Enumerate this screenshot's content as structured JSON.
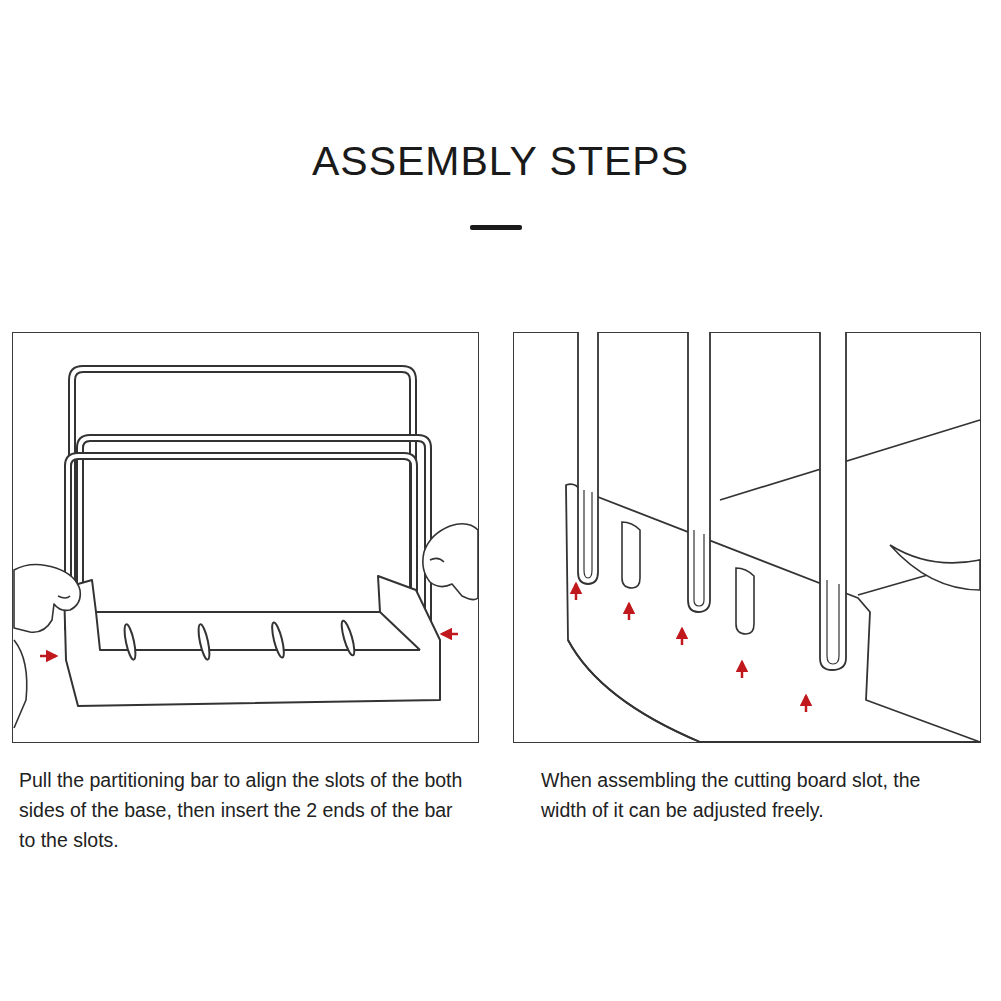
{
  "diagram": {
    "title": "ASSEMBLY STEPS",
    "nodes": [
      {
        "text": [
          "Pull the partitioning bar to align the slots of the both sides of the base, then insert the 2 ends of the bar to the slots."
        ]
      },
      {
        "text": [
          "When assembling the cutting board slot, the width of it can be adjusted freely."
        ]
      }
    ]
  }
}
